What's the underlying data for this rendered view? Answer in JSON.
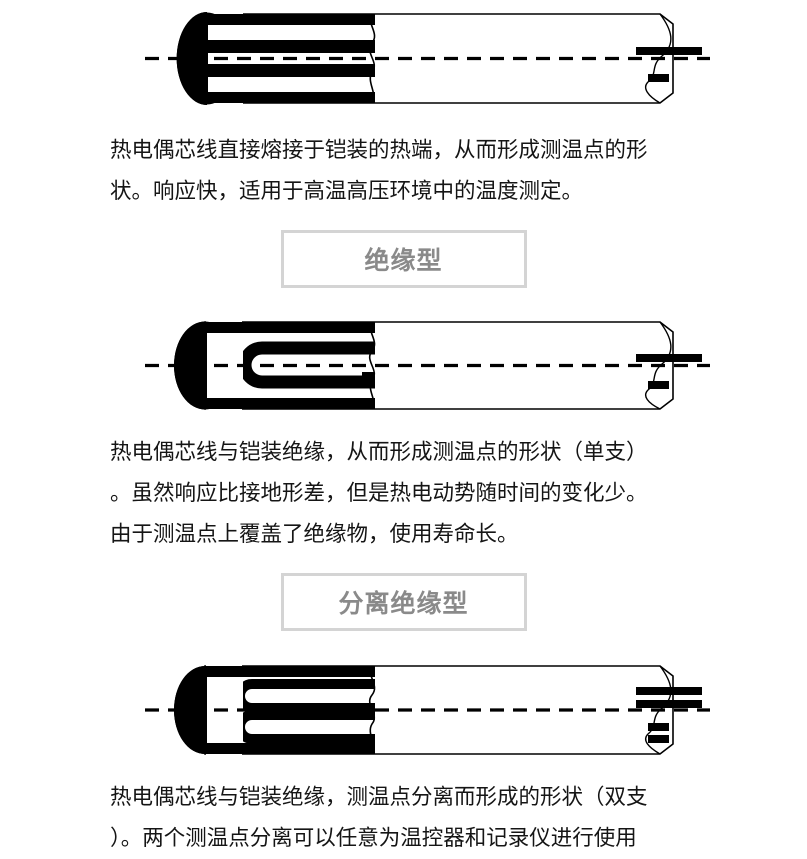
{
  "page": {
    "background_color": "#ffffff",
    "text_color": "#151515",
    "heading_text_color": "#8a8a8a",
    "heading_border_color": "#d4d4d4",
    "diagram_color": "#000000"
  },
  "sections": [
    {
      "id": "grounded",
      "diagram": {
        "name": "grounded-thermocouple-diagram",
        "description": "铠装热电偶接地型剖面图",
        "tip_style": "solid-black-hemisphere",
        "core_wires": 2,
        "core_joined_at_tip": true,
        "lead_wires": 2,
        "centerline": "dashed"
      },
      "paragraph": "热电偶芯线直接熔接于铠装的热端，从而形成测温点的形\n状。响应快，适用于高温高压环境中的温度测定。"
    },
    {
      "id": "insulated",
      "heading": "绝缘型",
      "diagram": {
        "name": "insulated-thermocouple-diagram",
        "description": "铠装热电偶绝缘型剖面图",
        "tip_style": "solid-black-hemisphere",
        "core_wires": 2,
        "core_joined_at_tip": false,
        "loops": 1,
        "lead_wires": 2,
        "centerline": "dashed"
      },
      "paragraph": "热电偶芯线与铠装绝缘，从而形成测温点的形状（单支）\n。虽然响应比接地形差，但是热电动势随时间的变化少。\n由于测温点上覆盖了绝缘物，使用寿命长。"
    },
    {
      "id": "separated-insulated",
      "heading": "分离绝缘型",
      "diagram": {
        "name": "separated-insulated-thermocouple-diagram",
        "description": "铠装热电偶分离绝缘型剖面图（双支）",
        "tip_style": "solid-black-hemisphere",
        "core_wires": 4,
        "core_joined_at_tip": false,
        "loops": 2,
        "lead_wires": 4,
        "centerline": "dashed"
      },
      "paragraph": "热电偶芯线与铠装绝缘，测温点分离而形成的形状（双支\n）。两个测温点分离可以任意为温控器和记录仪进行使用"
    }
  ]
}
